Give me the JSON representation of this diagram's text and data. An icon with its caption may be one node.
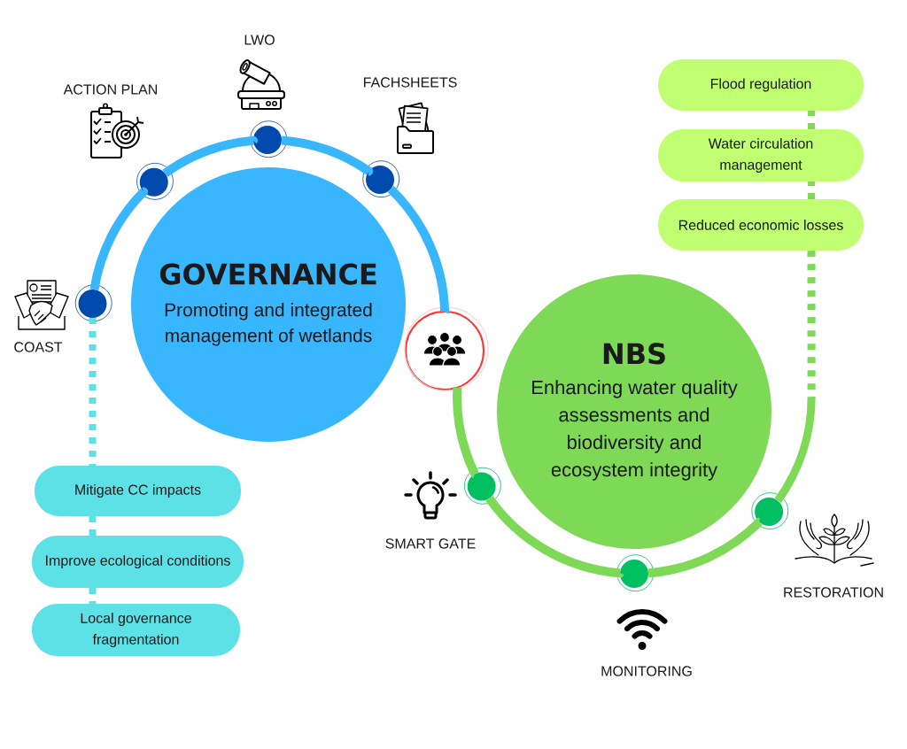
{
  "diagram": {
    "nodes": [
      {
        "text": [
          "GOVERNANCE",
          "Promoting and integrated management of wetlands"
        ]
      },
      {
        "text": [
          "NBS",
          "Enhancing water quality assessments and biodiversity and ecosystem integrity"
        ]
      },
      {
        "text": [],
        "shape": "circle"
      },
      {
        "text": [],
        "shape": "circle"
      },
      {
        "text": [],
        "shape": "circle"
      },
      {
        "text": [],
        "shape": "circle"
      },
      {
        "text": [],
        "shape": "circle"
      },
      {
        "text": [],
        "shape": "circle"
      },
      {
        "text": [],
        "shape": "circle"
      },
      {
        "text": [],
        "shape": "circle"
      },
      {
        "text": [
          "Mitigate CC impacts"
        ]
      },
      {
        "text": [
          "Improve ecological conditions"
        ]
      },
      {
        "text": [
          "Local governance fragmentation"
        ]
      },
      {
        "text": [
          "Flood regulation"
        ]
      },
      {
        "text": [
          "Water circulation management"
        ]
      },
      {
        "text": [
          "Reduced economic losses"
        ]
      }
    ],
    "edges": [
      {
        "from": 2,
        "to": 3,
        "arrow": "none",
        "color": "#38b6ff"
      },
      {
        "from": 3,
        "to": 4,
        "arrow": "none",
        "color": "#38b6ff"
      },
      {
        "from": 4,
        "to": 5,
        "arrow": "none",
        "color": "#38b6ff"
      },
      {
        "from": 5,
        "to": 6,
        "arrow": "none",
        "color": "#38b6ff"
      },
      {
        "from": 6,
        "to": 7,
        "arrow": "none"
      },
      {
        "from": 7,
        "to": 8,
        "arrow": "none"
      },
      {
        "from": 8,
        "to": 9,
        "arrow": "none"
      },
      {
        "from": 9,
        "to": 15,
        "arrow": "none",
        "style": "dashed"
      },
      {
        "from": 15,
        "to": 14,
        "arrow": "none",
        "style": "dashed"
      },
      {
        "from": 14,
        "to": 13,
        "arrow": "none",
        "style": "dashed"
      },
      {
        "from": 2,
        "to": 10,
        "arrow": "none",
        "style": "dashed",
        "color": "#5ce1e6"
      },
      {
        "from": 10,
        "to": 11,
        "arrow": "none",
        "style": "dashed",
        "color": "#5ce1e6"
      },
      {
        "from": 11,
        "to": 12,
        "arrow": "none",
        "style": "dashed",
        "color": "#5ce1e6"
      }
    ],
    "labels": [
      "LWO",
      "FACHSHEETS",
      "ACTION PLAN",
      "COAST",
      "SMART GATE",
      "RESTORATION",
      "MONITORING"
    ]
  }
}
